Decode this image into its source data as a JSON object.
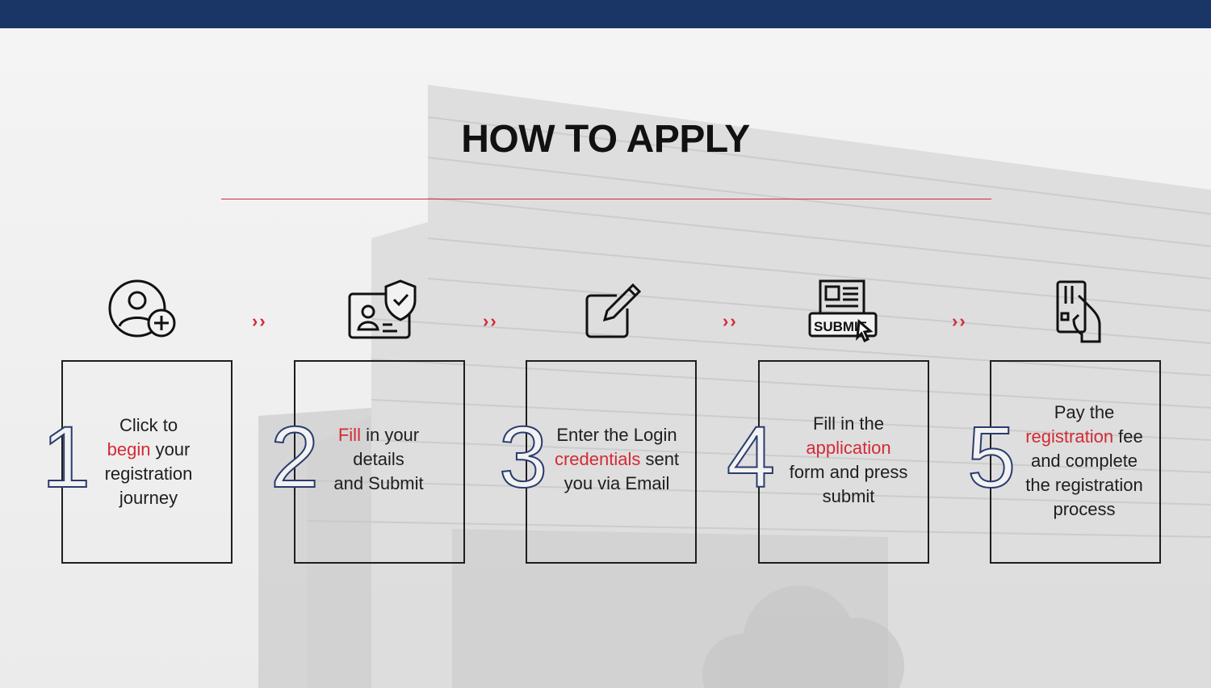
{
  "title": "HOW TO APPLY",
  "accent_color": "#d42a35",
  "topbar_color": "#1a3666",
  "number_outline_color": "#2a3c6e",
  "separator": "››",
  "steps": [
    {
      "number": "1",
      "icon": "user-add-icon",
      "line1_a": "Click to",
      "line2_red": "begin",
      "line2_b": " your",
      "line3": "registration",
      "line4": "journey"
    },
    {
      "number": "2",
      "icon": "id-card-shield-icon",
      "line1_red": "Fill",
      "line1_b": " in your",
      "line2": "details",
      "line3": "and Submit"
    },
    {
      "number": "3",
      "icon": "edit-pen-icon",
      "line1": "Enter the Login",
      "line2_red": "credentials",
      "line2_b": " sent",
      "line3": "you via Email"
    },
    {
      "number": "4",
      "icon": "submit-form-icon",
      "icon_text": "SUBMIT",
      "line1": "Fill in the",
      "line2_red": "application",
      "line3": "form and press",
      "line4": "submit"
    },
    {
      "number": "5",
      "icon": "card-payment-icon",
      "line1": "Pay the",
      "line2_red": "registration",
      "line2_b": " fee",
      "line3": "and complete",
      "line4": "the registration",
      "line5": "process"
    }
  ]
}
